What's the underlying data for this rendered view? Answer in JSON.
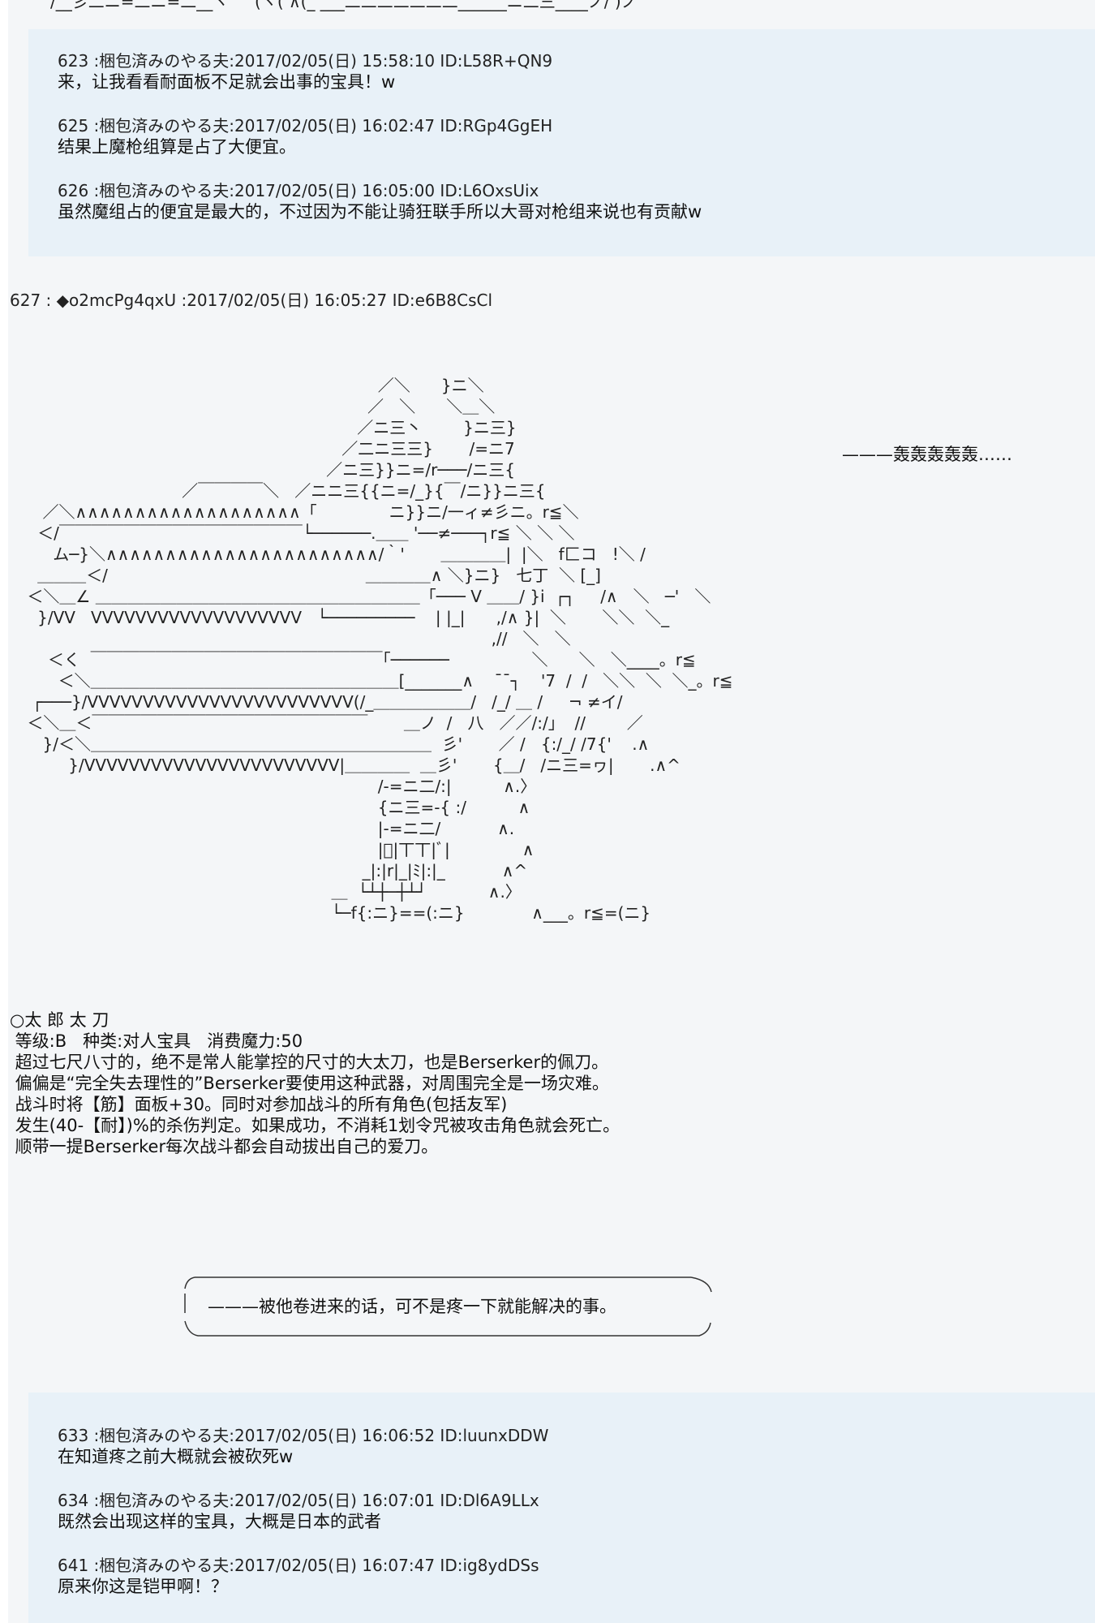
{
  "top_fragment": "/__彡二ニ=二ニ=二__ヾ     (ヾ( ∧(_ ___二二二二二二二______ニ二三____ノ/ )ノ",
  "reply_block_1": [
    {
      "header": "623 :梱包済みのやる夫:2017/02/05(日) 15:58:10 ID:L58R+QN9",
      "body": "来，让我看看耐面板不足就会出事的宝具！w"
    },
    {
      "header": "625 :梱包済みのやる夫:2017/02/05(日) 16:02:47 ID:RGp4GgEH",
      "body": "结果上魔枪组算是占了大便宜。"
    },
    {
      "header": "626 :梱包済みのやる夫:2017/02/05(日) 16:05:00 ID:L6OxsUix",
      "body": "虽然魔组占的便宜是最大的，不过因为不能让骑狂联手所以大哥对枪组来说也有贡献w"
    }
  ],
  "main_post_header": "627 : ◆o2mcPg4qxU :2017/02/05(日) 16:05:27 ID:e6B8CsCl",
  "sound_effect": "———轰轰轰轰轰……",
  "ascii_art": [
    "                                                                        ／＼      }ニ＼",
    "                                                                      ／   ＼      ＼＿＼",
    "                                                                    ／ニ三丶        }ニ三}",
    "                                                                 ／二ニ三三}       /=ニ7",
    "                                                              ／ニ三}}ニ=/r───/ニ三{",
    "                                  ／￣￣￣￣＼   ／ニニ三{{ニ=/_}{￣/ニ}}ニ三{",
    "       ／＼∧∧∧∧∧∧∧∧∧∧∧∧∧∧∧∧∧∧∧「              ニ}}ニ/一ィ≠彡ニ。r≦＼",
    "      ＜/￣￣￣￣￣￣￣￣￣￣￣￣￣￣￣└──────.＿＿ '──≠───┐r≦ ＼ ＼ ＼",
    "         ム─}＼∧∧∧∧∧∧∧∧∧∧∧∧∧∧∧∧∧∧∧∧∧∧∧/｀'       ＿＿＿＿|  |＼   f匚コ   !＼ /",
    "      ＿＿＿＜/                                                  ＿＿＿＿∧ ＼}ニ}   七丁  ＼ [_]",
    "    ＜＼＿∠ ＿＿＿＿＿＿＿＿＿＿＿＿＿＿＿＿＿＿＿＿「─── V ＿＿/ }i  ┌┐     /∧   ＼   ─'   ＼",
    "      }/VV   VVVVVVVVVVVVVVVVVVV   └─────────    | |_|      ,/∧ }|  ＼       ＼＼  ＼_",
    "                                                                                              ,//   ＼   ＼",
    "        ＜く  ￣￣￣￣￣￣￣￣￣￣￣￣￣￣￣￣￣￣｢──────                ＼      ＼   ＼____。r≦",
    "          ＜＼＿＿＿＿＿＿＿＿＿＿＿＿＿＿＿＿＿＿＿[_______∧    ¯¯┐    '7  /  /   ＼＼  ＼  ＼_。r≦",
    "     ┌───}/VVVVVVVVVVVVVVVVVVVVVVVV(/_＿＿＿＿＿＿/   /_/ ＿ /     ¬ ≠イ/",
    "    ＜＼＿＜￣￣￣￣￣￣￣￣￣￣￣￣￣￣￣￣￣       ＿ノ  /   八   ／／/:/」  //        ／",
    "       }/＜＼＿＿＿＿＿＿＿＿＿＿＿＿＿＿＿＿＿＿＿＿＿  彡'       ／ /   {:/_/ /7{'    .∧",
    "            }/VVVVVVVVVVVVVVVVVVVVVVV|＿＿＿＿  ＿彡'       {＿/   /ニ三=ヮ|       .∧^",
    "                                                                        /-=ニ二/:|          ∧.〉",
    "                                                                        {ニ三=-{ :/          ∧",
    "                                                                        |-=ニ二/           ∧.",
    "                                                                        |ﾞ|丅丅|ﾞ|              ∧",
    "                                                                     _|:|r|_|ﾐ|:|_           ∧^",
    "                                                               ＿  └┴┼─┼┴┘            ∧.〉",
    "                                                               └─f{:ニ}==(:ニ}             ∧___。r≦=(ニ}"
  ],
  "item_block": {
    "title": "○太 郎 太 刀",
    "lines": [
      " 等级:B   种类:对人宝具   消费魔力:50",
      " 超过七尺八寸的，绝不是常人能掌控的尺寸的大太刀，也是Berserker的佩刀。",
      " 偏偏是“完全失去理性的”Berserker要使用这种武器，对周围完全是一场灾难。",
      " 战斗时将【筋】面板+30。同时对参加战斗的所有角色(包括友军)",
      " 发生(40-【耐】)%的杀伤判定。如果成功，不消耗1划令咒被攻击角色就会死亡。",
      " 顺带一提Berserker每次战斗都会自动拔出自己的爱刀。"
    ]
  },
  "speech_bubble": {
    "text": "———被他卷进来的话，可不是疼一下就能解决的事。"
  },
  "reply_block_2": [
    {
      "header": "633 :梱包済みのやる夫:2017/02/05(日) 16:06:52 ID:luunxDDW",
      "body": "在知道疼之前大概就会被砍死w"
    },
    {
      "header": "634 :梱包済みのやる夫:2017/02/05(日) 16:07:01 ID:Dl6A9LLx",
      "body": "既然会出现这样的宝具，大概是日本的武者"
    },
    {
      "header": "641 :梱包済みのやる夫:2017/02/05(日) 16:07:47 ID:ig8ydDSs",
      "body": "原来你这是铠甲啊！？"
    }
  ],
  "colors": {
    "page_bg": "#ffffff",
    "side_strip": "#f4f6f8",
    "reply_bg": "#e8f1f8",
    "text": "#111111"
  }
}
